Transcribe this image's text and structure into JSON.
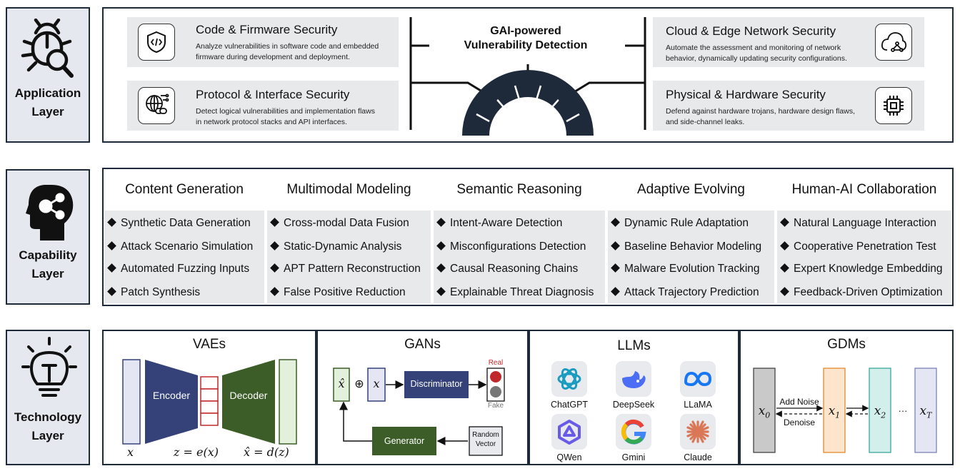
{
  "layers": {
    "application": [
      "Application",
      "Layer"
    ],
    "capability": [
      "Capability",
      "Layer"
    ],
    "technology": [
      "Technology",
      "Layer"
    ]
  },
  "application": {
    "hub_title_line1": "GAI-powered",
    "hub_title_line2": "Vulnerability Detection",
    "cards": [
      {
        "title": "Code & Firmware Security",
        "desc_line1": "Analyze vulnerabilities in software code and embedded",
        "desc_line2": "firmware during development and deployment.",
        "icon": "code-shield-icon"
      },
      {
        "title": "Protocol & Interface Security",
        "desc_line1": "Detect logical vulnerabilities and implementation flaws",
        "desc_line2": "in network protocol stacks and API interfaces.",
        "icon": "globe-link-icon"
      },
      {
        "title": "Cloud & Edge Network Security",
        "desc_line1": "Automate the assessment and monitoring of network",
        "desc_line2": "behavior, dynamically updating security configurations.",
        "icon": "cloud-network-icon"
      },
      {
        "title": "Physical & Hardware Security",
        "desc_line1": "Defend against hardware trojans, hardware design flaws,",
        "desc_line2": "and side-channel leaks.",
        "icon": "chip-icon"
      }
    ]
  },
  "capability": {
    "columns": [
      {
        "title": "Content Generation",
        "items": [
          "Synthetic Data Generation",
          "Attack Scenario Simulation",
          "Automated Fuzzing Inputs",
          "Patch Synthesis"
        ]
      },
      {
        "title": "Multimodal Modeling",
        "items": [
          "Cross-modal Data Fusion",
          "Static-Dynamic Analysis",
          "APT Pattern Reconstruction",
          "False Positive Reduction"
        ]
      },
      {
        "title": "Semantic Reasoning",
        "items": [
          "Intent-Aware Detection",
          "Misconfigurations Detection",
          "Causal Reasoning Chains",
          "Explainable Threat Diagnosis"
        ]
      },
      {
        "title": "Adaptive Evolving",
        "items": [
          "Dynamic Rule Adaptation",
          "Baseline Behavior Modeling",
          "Malware Evolution Tracking",
          "Attack Trajectory Prediction"
        ]
      },
      {
        "title": "Human-AI Collaboration",
        "items": [
          "Natural Language Interaction",
          "Cooperative Penetration Test",
          "Expert Knowledge Embedding",
          "Feedback-Driven Optimization"
        ]
      }
    ]
  },
  "technology": {
    "vaes": {
      "title": "VAEs",
      "encoder": "Encoder",
      "decoder": "Decoder",
      "x_label": "x",
      "z_label": "z = e(x)",
      "xhat_label": "x̂ = d(z)"
    },
    "gans": {
      "title": "GANs",
      "xhat": "x̂",
      "plus": "⊕",
      "x": "x",
      "discriminator": "Discriminator",
      "generator": "Generator",
      "random1": "Random",
      "random2": "Vector",
      "real": "Real",
      "fake": "Fake"
    },
    "llms": {
      "title": "LLMs",
      "models": [
        "ChatGPT",
        "DeepSeek",
        "LLaMA",
        "QWen",
        "Gmini",
        "Claude"
      ]
    },
    "gdms": {
      "title": "GDMs",
      "x0": "x",
      "x0_sub": "0",
      "x1": "x",
      "x1_sub": "1",
      "x2": "x",
      "x2_sub": "2",
      "xT": "x",
      "xT_sub": "T",
      "dots": "···",
      "add_noise": "Add Noise",
      "denoise": "Denoise"
    }
  },
  "colors": {
    "frame": "#1e2a3a",
    "card": "#e8e9eb",
    "navy": "#2e3f70",
    "green": "#3d5d28",
    "encoder": "#35427a",
    "real": "#c0282b",
    "fake": "#777777"
  }
}
